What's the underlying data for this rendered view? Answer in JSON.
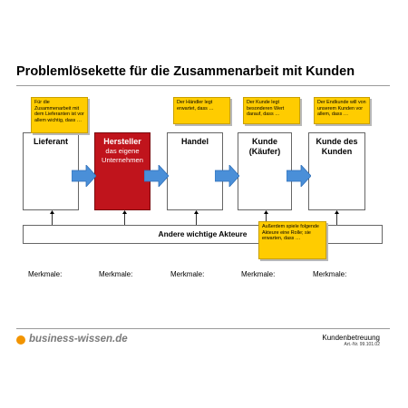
{
  "title": "Problemlösekette für die Zusammenarbeit mit Kunden",
  "chain": [
    {
      "label": "Lieferant",
      "sub": ""
    },
    {
      "label": "Hersteller",
      "sub": "das eigene Unternehmen"
    },
    {
      "label": "Handel",
      "sub": ""
    },
    {
      "label": "Kunde (Käufer)",
      "sub": ""
    },
    {
      "label": "Kunde des Kunden",
      "sub": ""
    }
  ],
  "notes": [
    "Für die Zusammenarbeit mit dem Lieferanten ist vor allem wichtig, dass …",
    "Der Händler legt erwartet, dass …",
    "Der Kunde legt besonderen Wert darauf, dass …",
    "Der Endkunde will von unserem Kunden vor allem, dass …",
    "Außerdem spiele folgende Akteure eine Rolle; sie erwarten, dass …"
  ],
  "actors_label": "Andere wichtige Akteure",
  "merkmale_label": "Merkmale:",
  "logo_text": "business-wissen.de",
  "footer": {
    "topic": "Kundenbetreuung",
    "article_no": "Art.-Nr. 99.101.02"
  },
  "colors": {
    "highlight_box": "#c0141c",
    "note": "#ffcc00",
    "arrow": "#4a8fd8",
    "logo_dot": "#f29400"
  }
}
